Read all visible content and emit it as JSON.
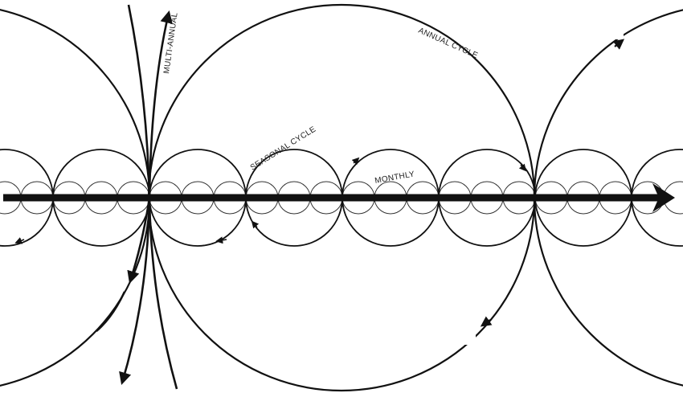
{
  "labels": {
    "multi_annual": "MULTI-ANNUAL",
    "annual": "ANNUAL CYCLE",
    "seasonal": "SEASONAL CYCLE",
    "monthly": "MONTHLY"
  },
  "colors": {
    "stroke": "#111111",
    "background": "#ffffff"
  }
}
